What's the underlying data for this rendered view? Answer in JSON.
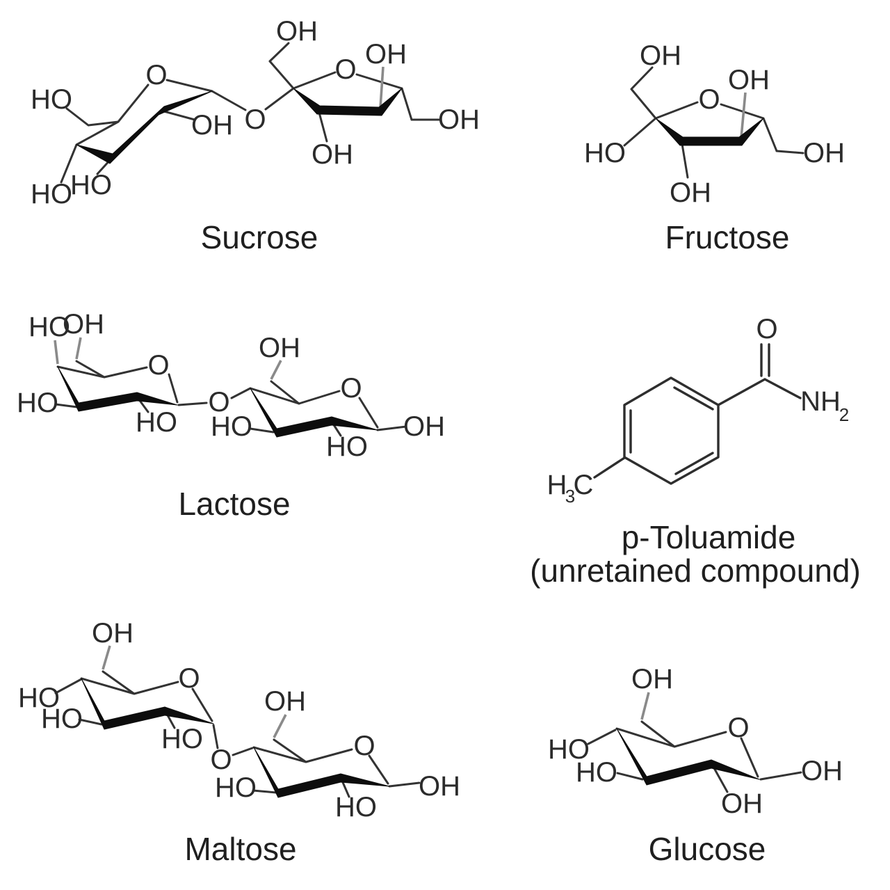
{
  "figure": {
    "background_color": "#ffffff",
    "bond_color": "#333333",
    "light_bond_color": "#8a8a8a",
    "text_color": "#2b2b2b"
  },
  "atoms": {
    "oh": "OH",
    "ho": "HO",
    "o": "O",
    "nh": "NH",
    "two": "2",
    "h": "H",
    "three": "3",
    "c": "C"
  },
  "molecules": {
    "sucrose": {
      "name": "Sucrose"
    },
    "fructose": {
      "name": "Fructose"
    },
    "lactose": {
      "name": "Lactose"
    },
    "p_toluamide": {
      "name": "p-Toluamide",
      "subtitle": "(unretained compound)"
    },
    "maltose": {
      "name": "Maltose"
    },
    "glucose": {
      "name": "Glucose"
    }
  }
}
